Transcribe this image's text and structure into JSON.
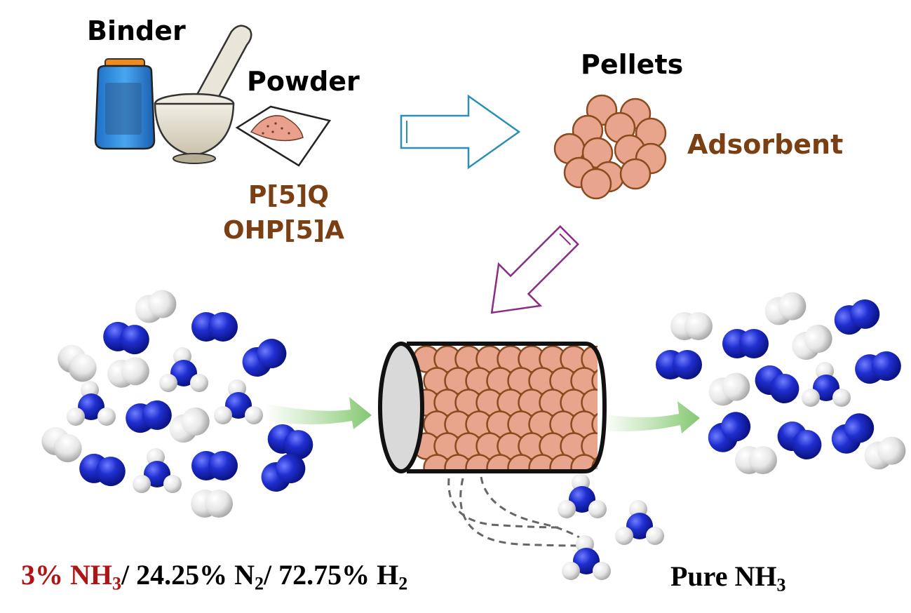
{
  "labels": {
    "binder": "Binder",
    "powder": "Powder",
    "pellets": "Pellets",
    "adsorbent": "Adsorbent",
    "material_1": "P[5]Q",
    "material_2": "OHP[5]A"
  },
  "feed_gas": {
    "nh3_pct": "3%",
    "nh3_name": "NH",
    "nh3_sub": "3",
    "n2_part": "/ 24.25% N",
    "n2_sub": "2",
    "h2_part": "/ 72.75% H",
    "h2_sub": "2"
  },
  "product": {
    "text": "Pure NH",
    "sub": "3"
  },
  "colors": {
    "accent_brown": "#7b3f14",
    "nh3_red": "#b01515",
    "pellet_fill": "#e8a48c",
    "pellet_stroke": "#8a4b1f",
    "nitrogen_blue": "#1f2fd0",
    "hydrogen_white": "#f2f2f2",
    "arrow_teal": "#2a8fb5",
    "arrow_purple": "#8a2b8a",
    "flow_green": "#8fcf7a"
  },
  "icons": [
    "binder-bottle-icon",
    "mortar-pestle-icon",
    "powder-paper-icon",
    "n2-molecule-icon",
    "h2-molecule-icon",
    "nh3-molecule-icon",
    "adsorption-column-icon"
  ]
}
